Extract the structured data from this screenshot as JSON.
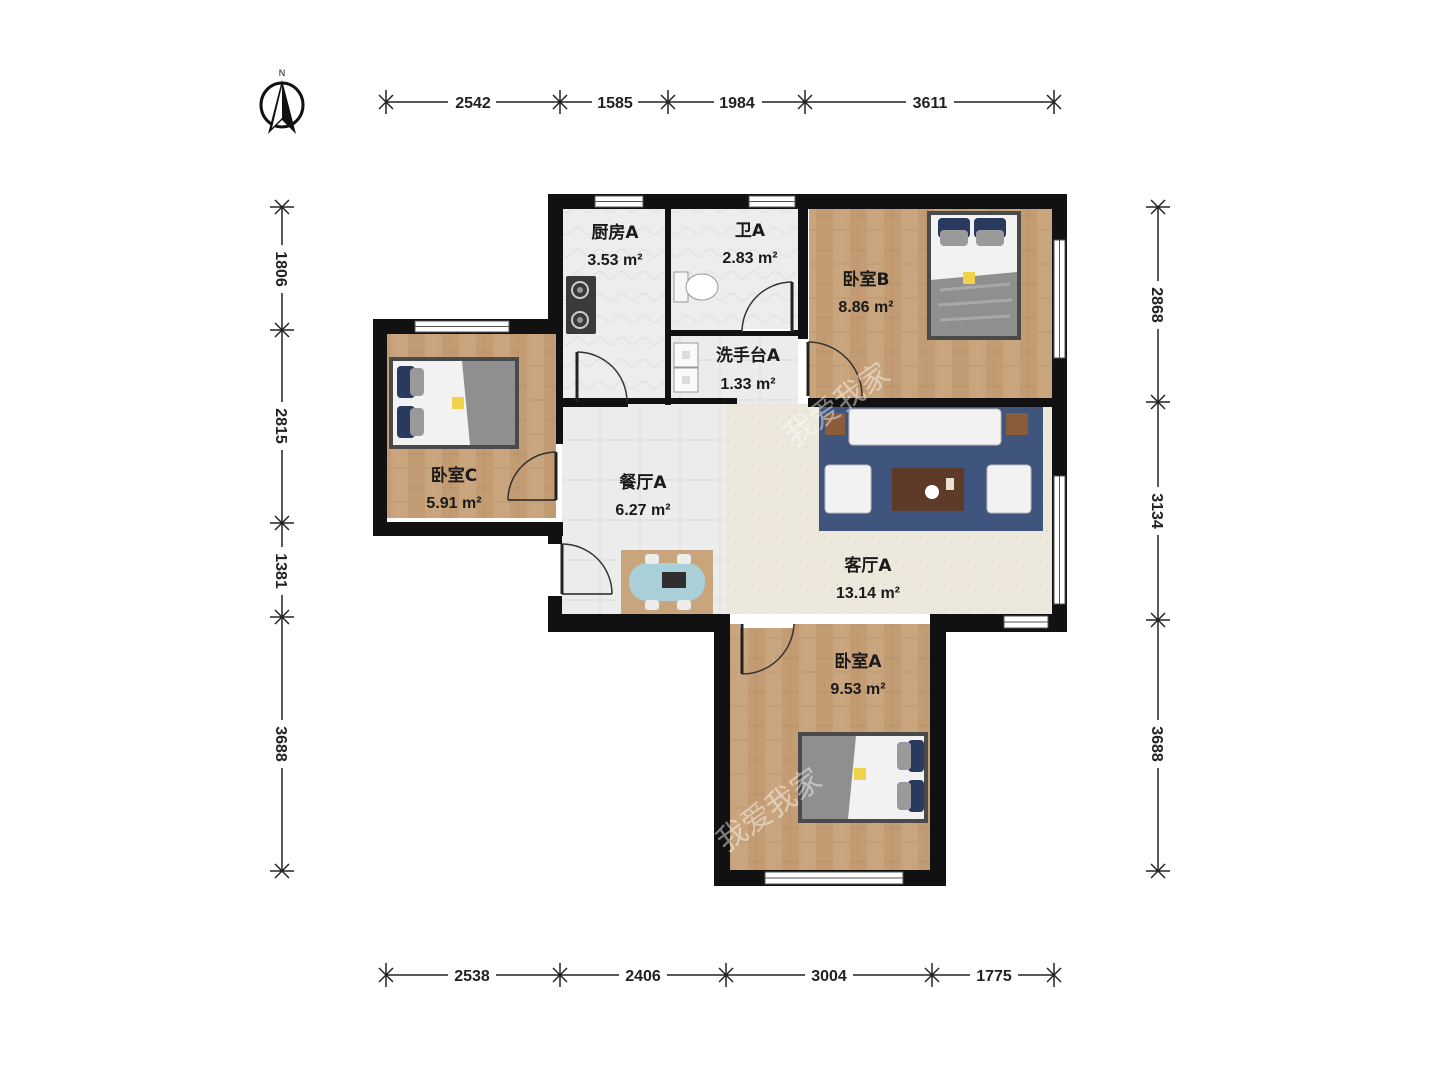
{
  "compass": {
    "label": "N"
  },
  "dimensions": {
    "top": [
      "2542",
      "1585",
      "1984",
      "3611"
    ],
    "bottom": [
      "2538",
      "2406",
      "3004",
      "1775"
    ],
    "left": [
      "1806",
      "2815",
      "1381",
      "3688"
    ],
    "right": [
      "2868",
      "3134",
      "3688"
    ]
  },
  "rooms": {
    "kitchen": {
      "name": "厨房A",
      "area": "3.53 m²"
    },
    "bathroom": {
      "name": "卫A",
      "area": "2.83 m²"
    },
    "washbasin": {
      "name": "洗手台A",
      "area": "1.33 m²"
    },
    "bedroom_b": {
      "name": "卧室B",
      "area": "8.86 m²"
    },
    "bedroom_c": {
      "name": "卧室C",
      "area": "5.91 m²"
    },
    "dining": {
      "name": "餐厅A",
      "area": "6.27 m²"
    },
    "living": {
      "name": "客厅A",
      "area": "13.14 m²"
    },
    "bedroom_a": {
      "name": "卧室A",
      "area": "9.53 m²"
    }
  },
  "watermarks": [
    "我爱我家",
    "我爱我家"
  ],
  "colors": {
    "wall": "#111111",
    "wood": "#c9a57e",
    "tile": "#eeeeee",
    "rug": "#3f557e"
  }
}
